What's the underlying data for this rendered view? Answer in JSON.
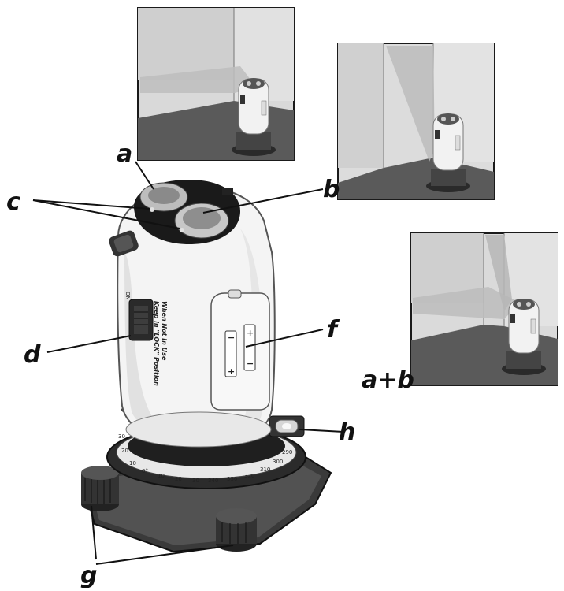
{
  "callouts": {
    "a": "a",
    "b": "b",
    "c": "c",
    "d": "d",
    "f": "f",
    "g": "g",
    "h": "h",
    "a_plus_b": "a+b"
  },
  "device": {
    "switch_text_line1": "Keep in \"LOCK\" Position",
    "switch_text_line2": "When Not In Use",
    "battery_plus": "+",
    "battery_minus": "−"
  },
  "degree_scale": [
    "30",
    "20",
    "10",
    "0°",
    "10",
    "20",
    "30",
    "340",
    "330",
    "320",
    "310",
    "300",
    "290"
  ],
  "colors": {
    "frame": "#1a1a1a",
    "wall": "#d9d9d9",
    "floor": "#5a5a5a",
    "device_body": "#f4f4f4",
    "device_dark": "#2a2a2a"
  }
}
